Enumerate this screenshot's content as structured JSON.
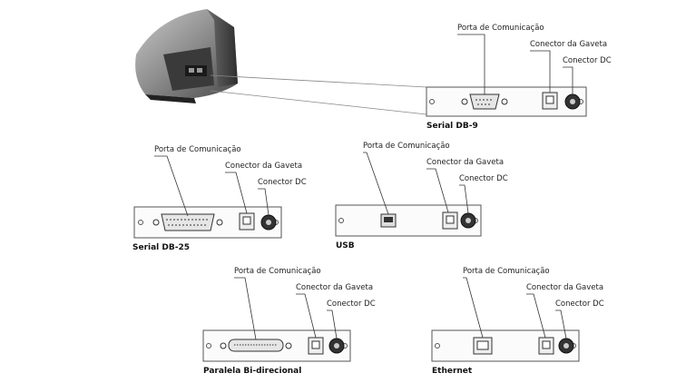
{
  "labels": {
    "port": "Porta de Comunicação",
    "drawer": "Conector da Gaveta",
    "dc": "Conector DC"
  },
  "panels": [
    {
      "id": "serial-db9",
      "caption": "Serial DB-9",
      "port_type": "db9"
    },
    {
      "id": "serial-db25",
      "caption": "Serial DB-25",
      "port_type": "db25"
    },
    {
      "id": "usb",
      "caption": "USB",
      "port_type": "usb"
    },
    {
      "id": "parallel",
      "caption": "Paralela Bi-direcional",
      "port_type": "parallel"
    },
    {
      "id": "ethernet",
      "caption": "Ethernet",
      "port_type": "ethernet"
    }
  ],
  "icons": {
    "printer": "printer-illustration",
    "db9": "db9-connector-icon",
    "db25": "db25-connector-icon",
    "usb": "usb-connector-icon",
    "parallel": "parallel-connector-icon",
    "ethernet": "ethernet-connector-icon",
    "drawer": "rj-drawer-connector-icon",
    "dc": "dc-power-connector-icon"
  }
}
